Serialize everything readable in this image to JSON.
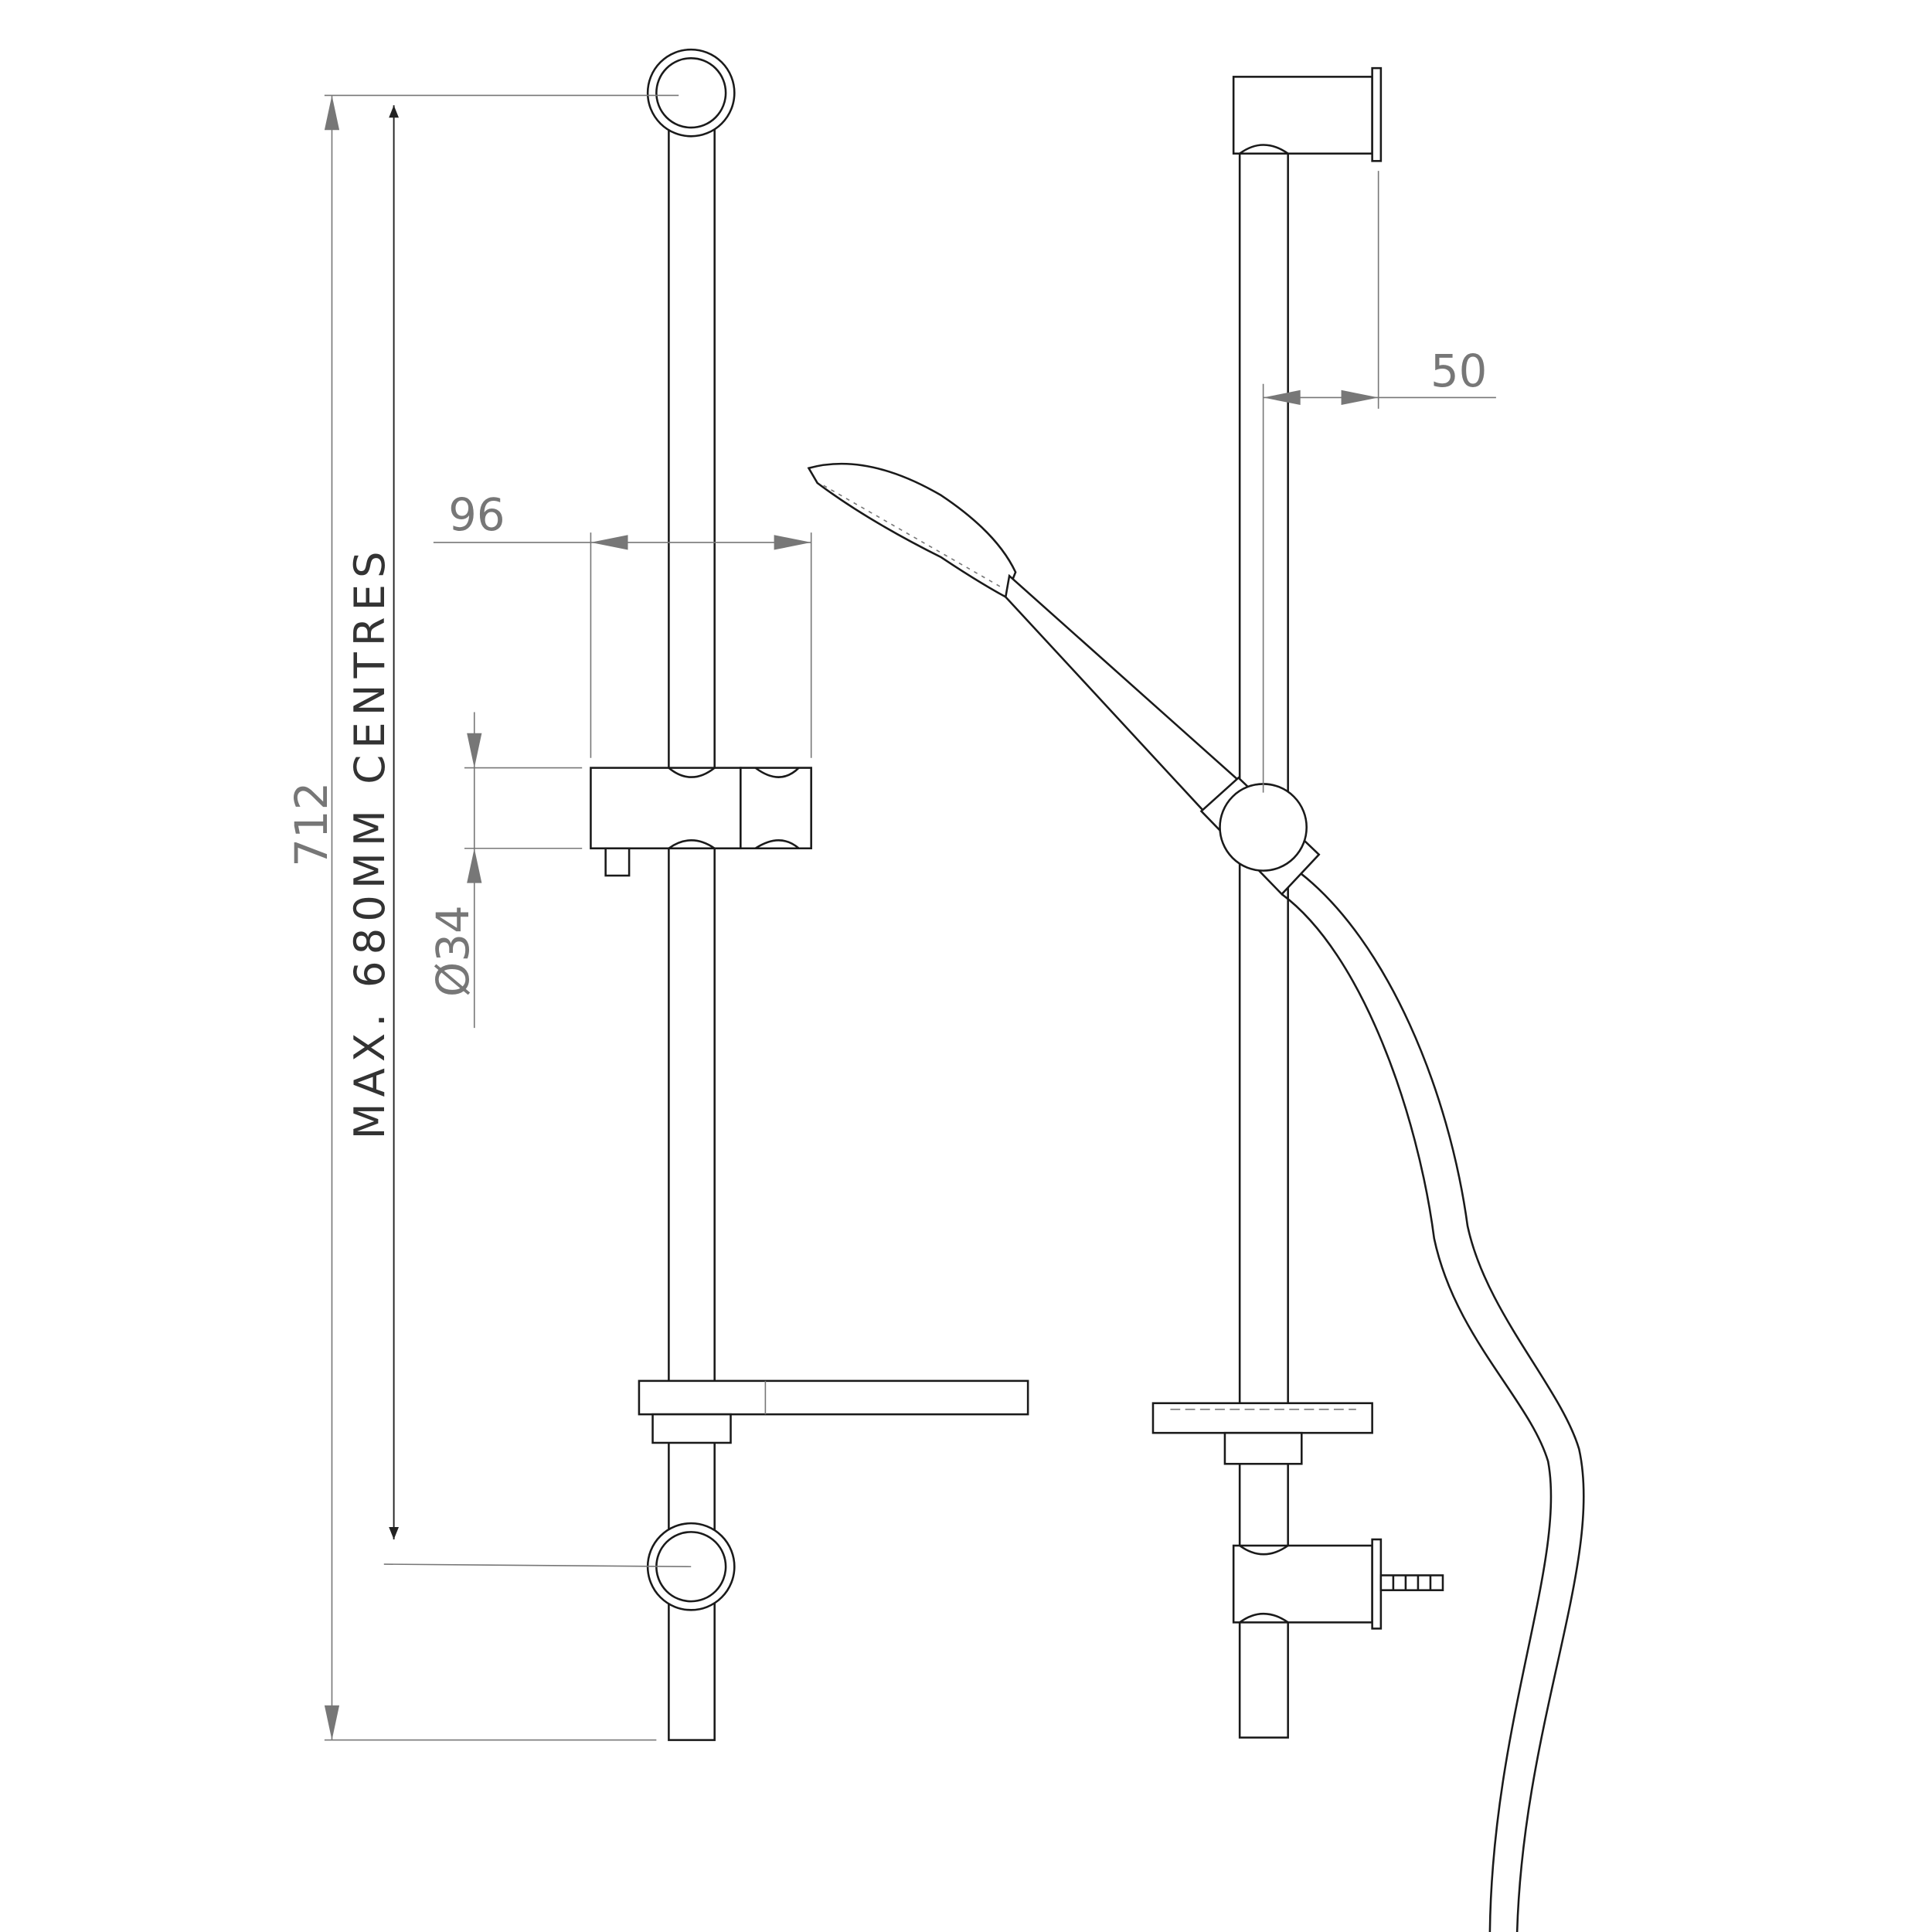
{
  "dimensions": {
    "overall_height": "712",
    "centres_label": "MAX. 680MM CENTRES",
    "slider_width": "96",
    "rail_diameter": "Ø34",
    "wall_offset": "50"
  },
  "colors": {
    "line": "#1a1a1a",
    "dimension": "#777777"
  }
}
